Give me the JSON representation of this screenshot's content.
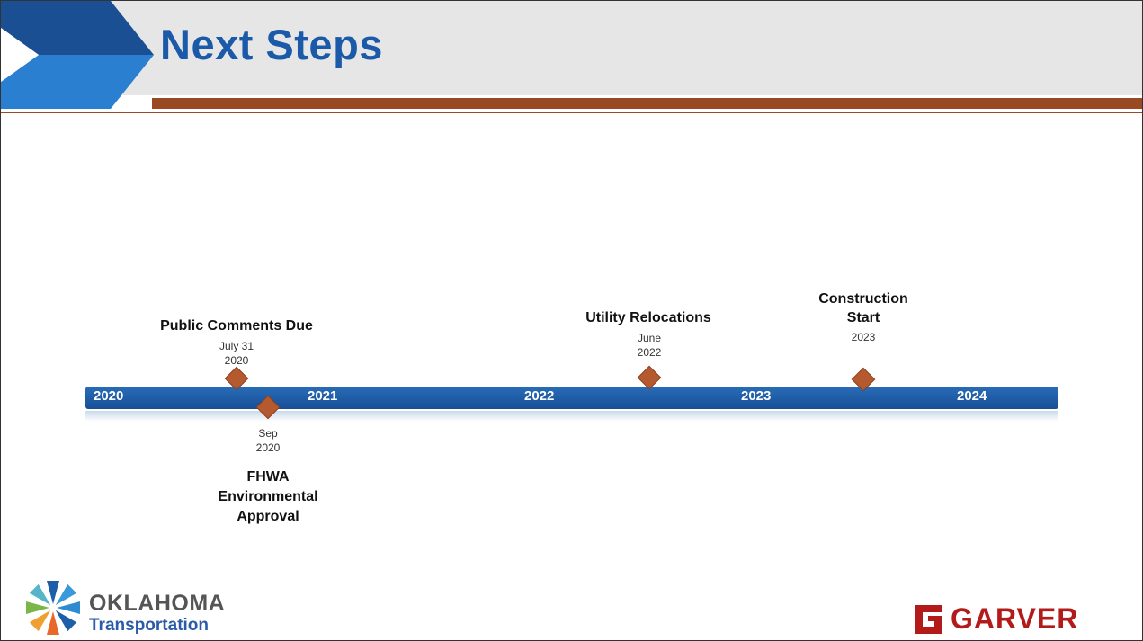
{
  "slide": {
    "title": "Next Steps",
    "colors": {
      "title": "#1a5aa8",
      "accent_bar": "#9a4a22",
      "timeline_bar": "#1e5ea8",
      "milestone": "#b45a2e"
    }
  },
  "timeline": {
    "years": [
      "2020",
      "2021",
      "2022",
      "2023",
      "2024"
    ],
    "milestones_above": [
      {
        "label": "Public Comments Due",
        "date_line1": "July 31",
        "date_line2": "2020"
      },
      {
        "label": "Utility Relocations",
        "date_line1": "June",
        "date_line2": "2022"
      },
      {
        "label_line1": "Construction",
        "label_line2": "Start",
        "date_line1": "2023"
      }
    ],
    "milestones_below": [
      {
        "date_line1": "Sep",
        "date_line2": "2020",
        "label_line1": "FHWA",
        "label_line2": "Environmental",
        "label_line3": "Approval"
      }
    ]
  },
  "logos": {
    "left": {
      "name": "OKLAHOMA",
      "subtitle": "Transportation"
    },
    "right": {
      "name": "GARVER",
      "icon": "garver-g-icon"
    }
  }
}
